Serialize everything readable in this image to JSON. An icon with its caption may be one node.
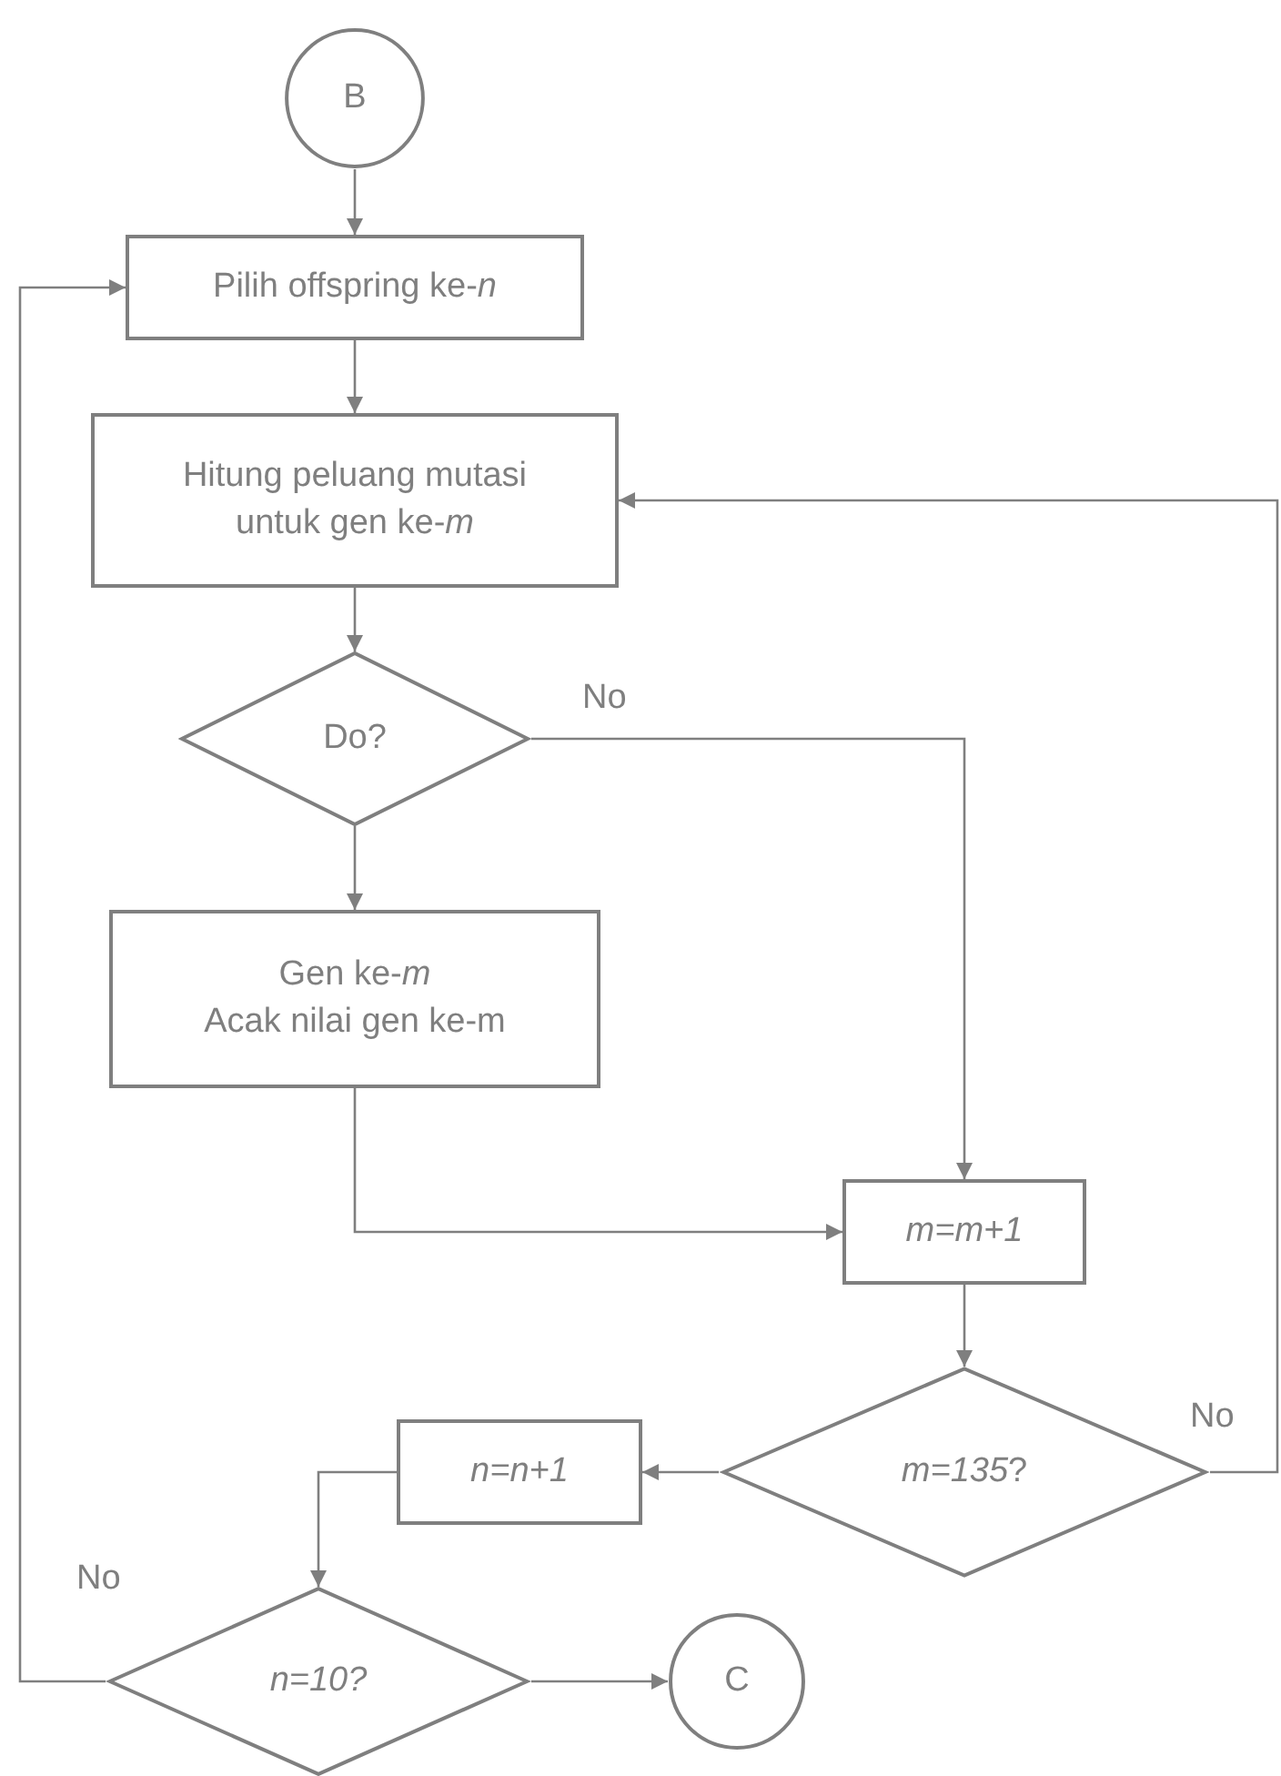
{
  "diagram": {
    "nodes": [
      {
        "text": [
          "B"
        ]
      },
      {
        "text": [
          "Pilih offspring ke-*n*"
        ]
      },
      {
        "text": [
          "Hitung peluang mutasi untuk gen ke-*m*"
        ]
      },
      {
        "text": [
          "Do?"
        ]
      },
      {
        "text": [
          "Gen ke-*m*",
          "Acak nilai gen ke-m"
        ]
      },
      {
        "text": [
          "m=m+1"
        ]
      },
      {
        "text": [
          "*m=135*?"
        ]
      },
      {
        "text": [
          "n=n+1"
        ]
      },
      {
        "text": [
          "n=10?"
        ]
      },
      {
        "text": [
          "C"
        ]
      }
    ],
    "edges": [
      {
        "from": 0,
        "to": 1,
        "arrow": "to"
      },
      {
        "from": 1,
        "to": 2,
        "arrow": "to"
      },
      {
        "from": 2,
        "to": 3,
        "arrow": "to"
      },
      {
        "from": 3,
        "to": 4,
        "arrow": "to"
      },
      {
        "from": 3,
        "to": 5,
        "arrow": "to",
        "label": "No"
      },
      {
        "from": 4,
        "to": 5,
        "arrow": "to"
      },
      {
        "from": 5,
        "to": 6,
        "arrow": "to"
      },
      {
        "from": 6,
        "to": 7,
        "arrow": "to"
      },
      {
        "from": 6,
        "to": 2,
        "arrow": "to",
        "label": "No"
      },
      {
        "from": 7,
        "to": 8,
        "arrow": "to"
      },
      {
        "from": 8,
        "to": 9,
        "arrow": "to"
      },
      {
        "from": 8,
        "to": 1,
        "arrow": "to",
        "label": "No"
      }
    ]
  }
}
